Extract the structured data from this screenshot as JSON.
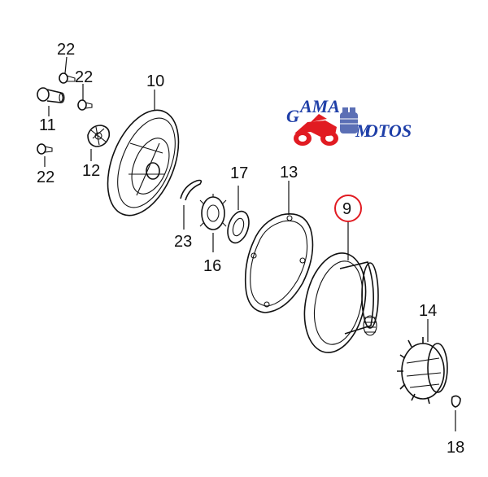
{
  "logo": {
    "word_top": "AMA",
    "word_bottom": "OTOS",
    "initial_g": "G",
    "initial_m": "M",
    "colors": {
      "text": "#1f3fa8",
      "bike": "#e11b22",
      "engine": "#5b6fb5"
    }
  },
  "highlight": {
    "label": "9",
    "color": "#e11b22"
  },
  "callouts": {
    "c22a": "22",
    "c22b": "22",
    "c22c": "22",
    "c10": "10",
    "c11": "11",
    "c12": "12",
    "c13": "13",
    "c14": "14",
    "c16": "16",
    "c17": "17",
    "c18": "18",
    "c23": "23"
  }
}
